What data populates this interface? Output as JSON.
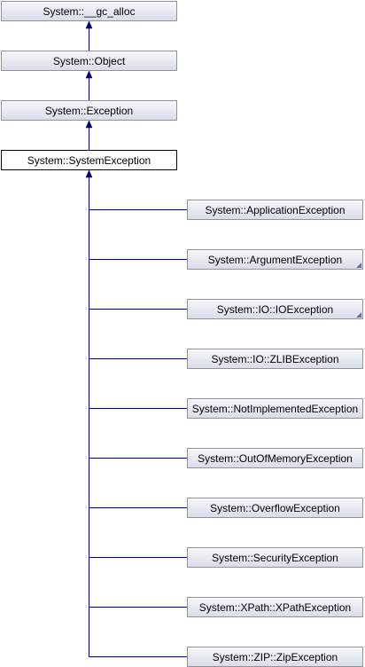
{
  "colors": {
    "edge": "#000080",
    "node_border": "#868fbd",
    "node_fill_top": "#f7f8fb",
    "node_fill_bottom": "#d9dde9",
    "current_border": "#000000",
    "current_fill": "#ffffff",
    "more_marker": "#5f73b1"
  },
  "parents": [
    {
      "label": "System::__gc_alloc"
    },
    {
      "label": "System::Object"
    },
    {
      "label": "System::Exception"
    }
  ],
  "current": {
    "label": "System::SystemException"
  },
  "children": [
    {
      "label": "System::ApplicationException",
      "has_more": false
    },
    {
      "label": "System::ArgumentException",
      "has_more": true
    },
    {
      "label": "System::IO::IOException",
      "has_more": true
    },
    {
      "label": "System::IO::ZLIBException",
      "has_more": false
    },
    {
      "label": "System::NotImplementedException",
      "has_more": false
    },
    {
      "label": "System::OutOfMemoryException",
      "has_more": false
    },
    {
      "label": "System::OverflowException",
      "has_more": false
    },
    {
      "label": "System::SecurityException",
      "has_more": false
    },
    {
      "label": "System::XPath::XPathException",
      "has_more": false
    },
    {
      "label": "System::ZIP::ZipException",
      "has_more": false
    }
  ]
}
